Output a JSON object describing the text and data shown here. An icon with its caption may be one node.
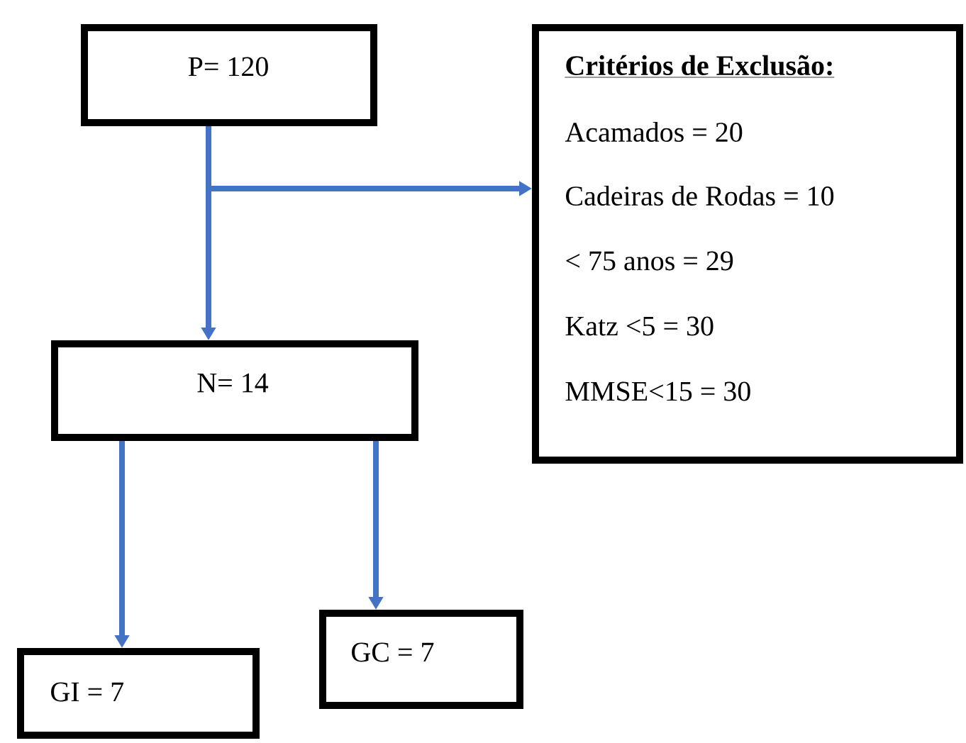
{
  "diagram": {
    "nodes": [
      {
        "text": [
          "P= 120"
        ]
      },
      {
        "text": [
          "Critérios de Exclusão:",
          "Acamados = 20",
          "Cadeiras de Rodas = 10",
          "< 75 anos = 29",
          "Katz <5 = 30",
          "MMSE<15 = 30"
        ]
      },
      {
        "text": [
          "N= 14"
        ]
      },
      {
        "text": [
          "GC = 7"
        ]
      },
      {
        "text": [
          "GI = 7"
        ]
      }
    ],
    "edges": [
      {
        "from": 0,
        "to": 2,
        "arrow": "to"
      },
      {
        "from": 0,
        "to": 1,
        "arrow": "to"
      },
      {
        "from": 2,
        "to": 4,
        "arrow": "to"
      },
      {
        "from": 2,
        "to": 3,
        "arrow": "to"
      }
    ]
  }
}
